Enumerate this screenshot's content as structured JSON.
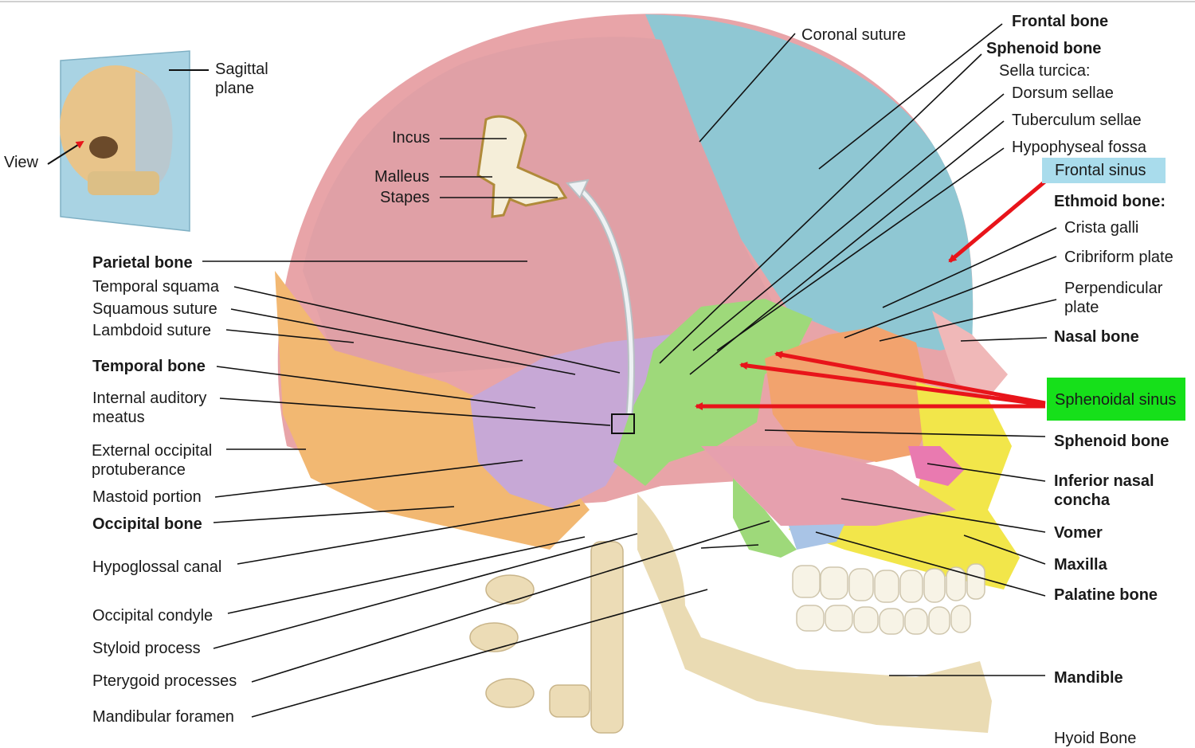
{
  "labels": {
    "view": "View",
    "sagittal_plane": "Sagittal plane",
    "incus": "Incus",
    "malleus": "Malleus",
    "stapes": "Stapes",
    "coronal_suture": "Coronal suture",
    "frontal_bone": "Frontal bone",
    "sphenoid_bone_top": "Sphenoid bone",
    "sella_turcica": "Sella turcica:",
    "dorsum_sellae": "Dorsum sellae",
    "tuberculum_sellae": "Tuberculum sellae",
    "hypophyseal_fossa": "Hypophyseal fossa",
    "frontal_sinus": "Frontal sinus",
    "ethmoid_bone": "Ethmoid bone:",
    "crista_galli": "Crista galli",
    "cribriform_plate": "Cribriform plate",
    "perpendicular_plate": "Perpendicular plate",
    "nasal_bone": "Nasal bone",
    "sphenoidal_sinus": "Sphenoidal sinus",
    "sphenoid_bone": "Sphenoid bone",
    "inferior_nasal_concha": "Inferior nasal concha",
    "vomer": "Vomer",
    "maxilla": "Maxilla",
    "palatine_bone": "Palatine bone",
    "mandible": "Mandible",
    "hyoid_bone": "Hyoid Bone",
    "parietal_bone": "Parietal bone",
    "temporal_squama": "Temporal squama",
    "squamous_suture": "Squamous suture",
    "lambdoid_suture": "Lambdoid suture",
    "temporal_bone": "Temporal bone",
    "internal_auditory_meatus": "Internal auditory meatus",
    "external_occipital_protuberance": "External occipital protuberance",
    "mastoid_portion": "Mastoid portion",
    "occipital_bone": "Occipital bone",
    "hypoglossal_canal": "Hypoglossal canal",
    "occipital_condyle": "Occipital condyle",
    "styloid_process": "Styloid process",
    "pterygoid_processes": "Pterygoid processes",
    "mandibular_foramen": "Mandibular foramen"
  },
  "colors": {
    "parietal": "#e6a4a8",
    "frontal": "#8fc7d3",
    "occipital": "#f2b872",
    "temporal": "#c7a8d6",
    "sphenoid": "#9ed97a",
    "ethmoid": "#f2a36e",
    "maxilla": "#f2e64a",
    "mandible": "#eadbb3",
    "vomer": "#e8aab4",
    "concha": "#e97ab0",
    "arrow": "#e8141a",
    "highlight_blue": "#a9dcec",
    "highlight_green": "#16e01a"
  }
}
